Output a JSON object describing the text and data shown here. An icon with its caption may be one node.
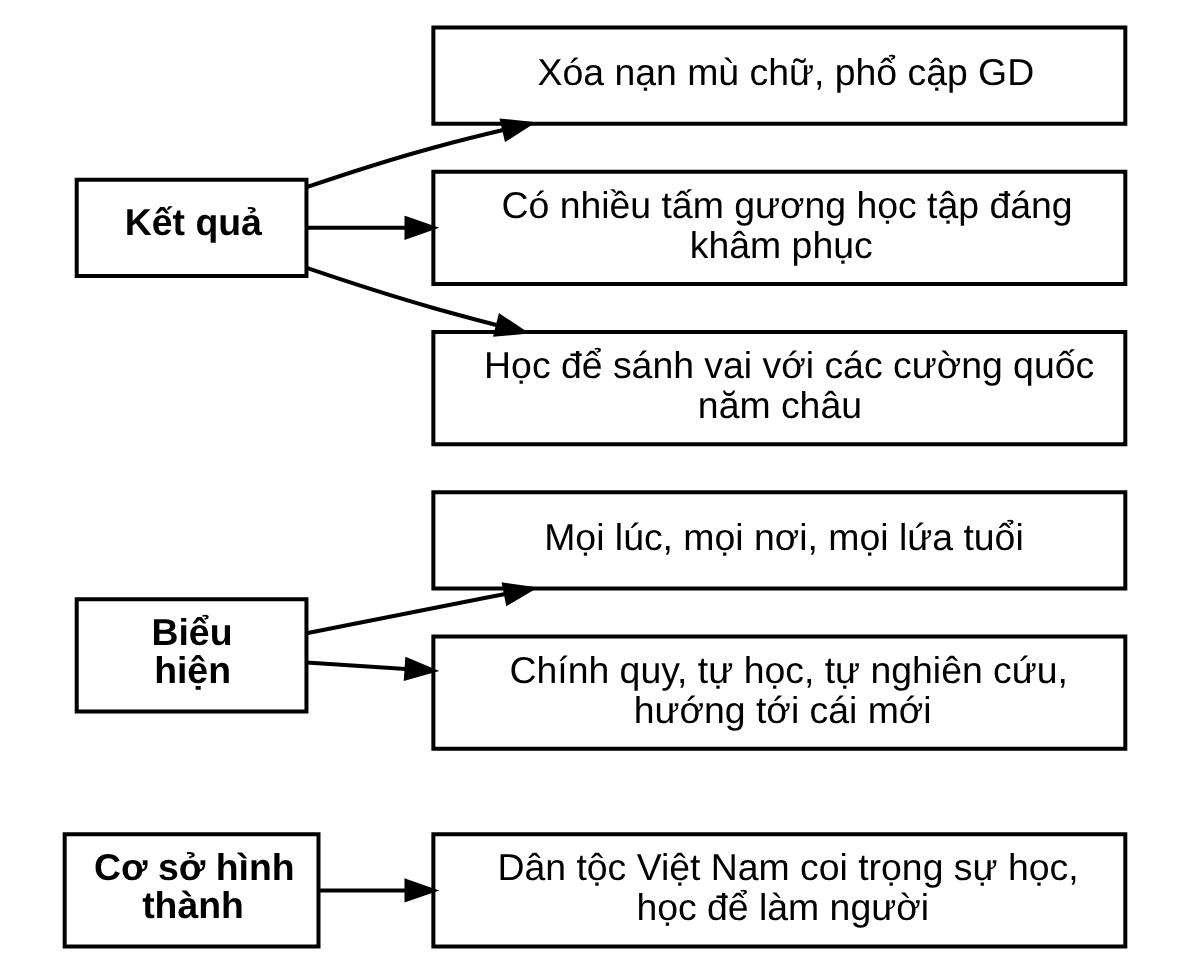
{
  "diagram": {
    "nodes": [
      {
        "text": [
          "Cơ sở hình thành"
        ]
      },
      {
        "text": [
          "Dân tộc Việt Nam coi trọng sự học, học để làm người"
        ]
      },
      {
        "text": [
          "Biểu hiện"
        ]
      },
      {
        "text": [
          "Mọi lúc, mọi nơi, mọi lứa tuổi"
        ]
      },
      {
        "text": [
          "Chính quy, tự học, tự nghiên cứu, hướng tới cái mới"
        ]
      },
      {
        "text": [
          "Kết quả"
        ]
      },
      {
        "text": [
          "Xóa nạn mù chữ, phổ cập GD"
        ]
      },
      {
        "text": [
          "Có nhiều tấm gương học tập đáng khâm phục"
        ]
      },
      {
        "text": [
          "Học để sánh vai với các cường quốc năm châu"
        ]
      }
    ],
    "edges": [
      {
        "from": 0,
        "to": 1,
        "arrow": "to"
      },
      {
        "from": 2,
        "to": 3,
        "arrow": "to"
      },
      {
        "from": 2,
        "to": 4,
        "arrow": "to"
      },
      {
        "from": 5,
        "to": 6,
        "arrow": "to"
      },
      {
        "from": 5,
        "to": 7,
        "arrow": "to"
      },
      {
        "from": 5,
        "to": 8,
        "arrow": "to"
      }
    ]
  }
}
